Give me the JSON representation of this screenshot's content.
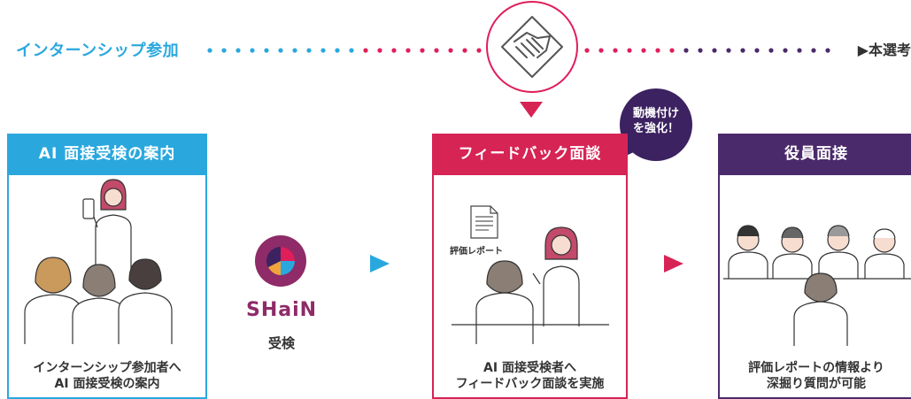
{
  "timeline": {
    "start_label": "インターンシップ参加",
    "end_label": "▶本選考"
  },
  "bubble": {
    "line1": "動機付け",
    "line2": "を強化！"
  },
  "panels": [
    {
      "header": "AI 面接受検の案内",
      "caption_line1": "インターンシップ参加者へ",
      "caption_line2": "AI 面接受検の案内",
      "color": "#2aa8de"
    },
    {
      "header": "フィードバック面談",
      "report_label": "評価レポート",
      "caption_line1": "AI 面接受検者へ",
      "caption_line2": "フィードバック面談を実施",
      "color": "#d62455"
    },
    {
      "header": "役員面接",
      "caption_line1": "評価レポートの情報より",
      "caption_line2": "深掘り質問が可能",
      "color": "#4b2a6b"
    }
  ],
  "shain": {
    "logo_text": "SHaiN",
    "action": "受検",
    "color": "#8e2b68"
  },
  "colors": {
    "blue": "#2aa8de",
    "red": "#e01e5a",
    "purple": "#3c2260"
  }
}
